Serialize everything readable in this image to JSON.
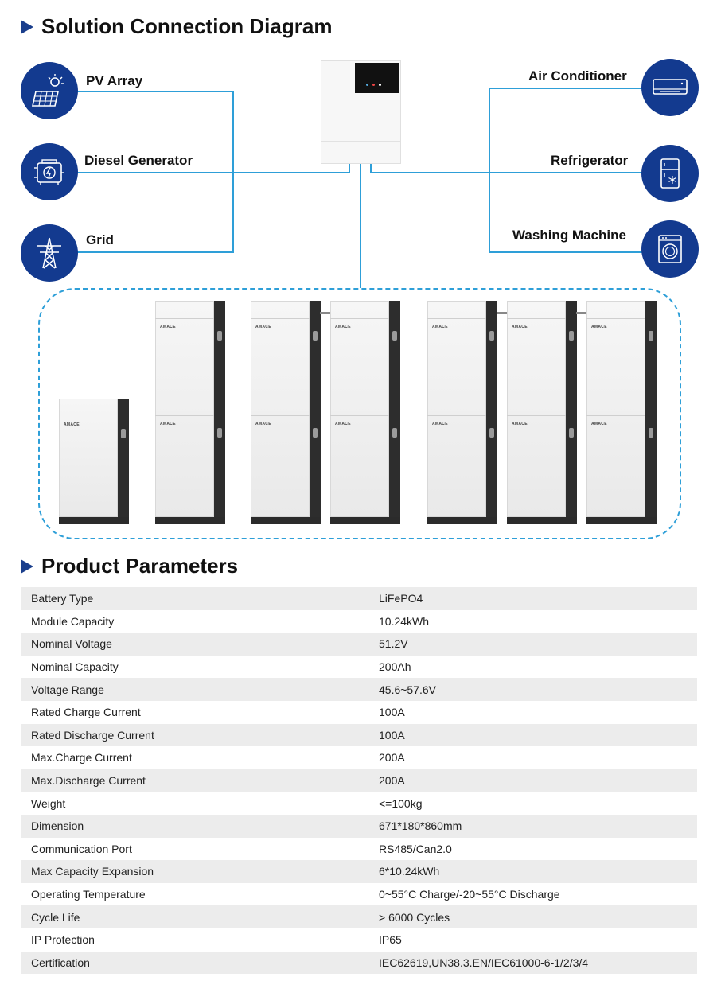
{
  "diagram": {
    "title": "Solution Connection Diagram",
    "inputs": [
      {
        "label": "PV Array",
        "icon": "solar-panel-icon"
      },
      {
        "label": "Diesel Generator",
        "icon": "generator-icon"
      },
      {
        "label": "Grid",
        "icon": "power-tower-icon"
      }
    ],
    "loads": [
      {
        "label": "Air Conditioner",
        "icon": "air-conditioner-icon"
      },
      {
        "label": "Refrigerator",
        "icon": "refrigerator-icon"
      },
      {
        "label": "Washing Machine",
        "icon": "washing-machine-icon"
      }
    ],
    "battery_brand": "AMACE",
    "colors": {
      "accent": "#133a8f",
      "line": "#2e9fd8"
    }
  },
  "parameters": {
    "title": "Product Parameters",
    "rows": [
      {
        "name": "Battery Type",
        "value": "LiFePO4"
      },
      {
        "name": "Module Capacity",
        "value": "10.24kWh"
      },
      {
        "name": "Nominal Voltage",
        "value": "51.2V"
      },
      {
        "name": "Nominal Capacity",
        "value": "200Ah"
      },
      {
        "name": "Voltage Range",
        "value": "45.6~57.6V"
      },
      {
        "name": "Rated Charge Current",
        "value": "100A"
      },
      {
        "name": "Rated Discharge Current",
        "value": "100A"
      },
      {
        "name": "Max.Charge Current",
        "value": "200A"
      },
      {
        "name": "Max.Discharge Current",
        "value": "200A"
      },
      {
        "name": "Weight",
        "value": "<=100kg"
      },
      {
        "name": "Dimension",
        "value": "671*180*860mm"
      },
      {
        "name": "Communication Port",
        "value": "RS485/Can2.0"
      },
      {
        "name": "Max Capacity Expansion",
        "value": "6*10.24kWh"
      },
      {
        "name": "Operating Temperature",
        "value": "0~55°C Charge/-20~55°C Discharge"
      },
      {
        "name": "Cycle Life",
        "value": "> 6000 Cycles"
      },
      {
        "name": "IP Protection",
        "value": "IP65"
      },
      {
        "name": "Certification",
        "value": "IEC62619,UN38.3.EN/IEC61000-6-1/2/3/4"
      }
    ]
  }
}
